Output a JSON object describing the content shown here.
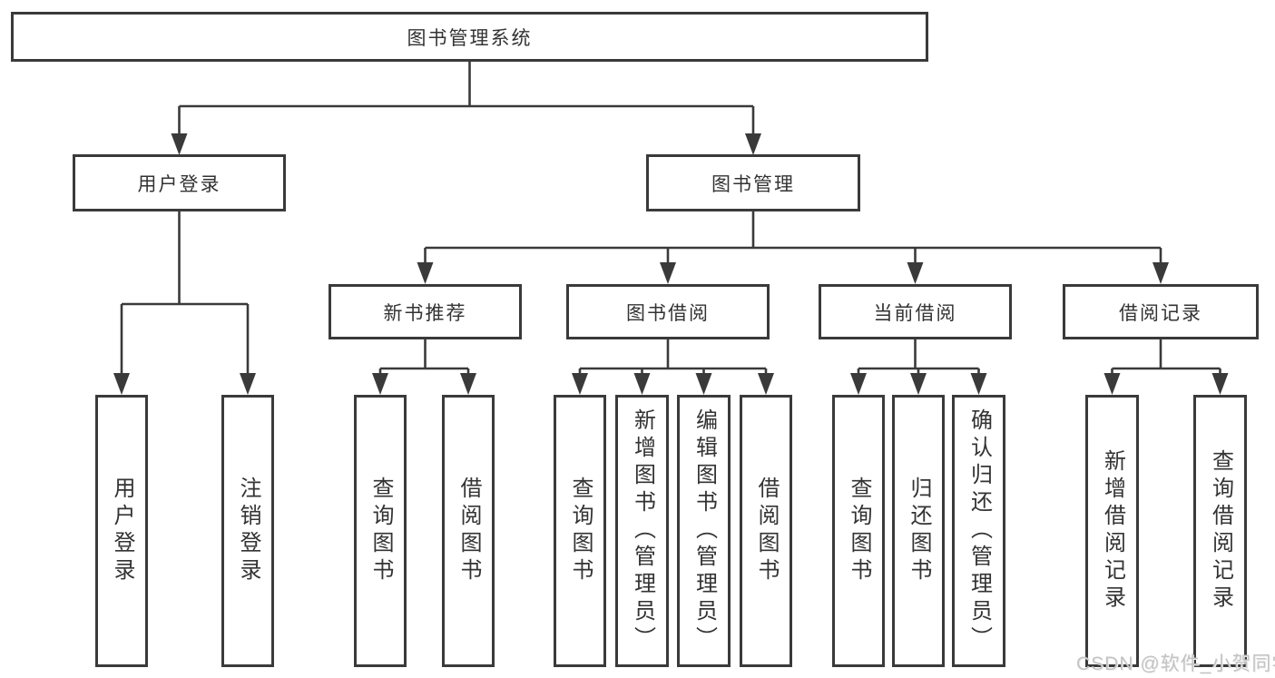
{
  "watermark": {
    "text": "CSDN @软件_小贺同学"
  },
  "colors": {
    "line": "#3a3a3a",
    "text": "#333333",
    "background": "#ffffff",
    "watermark": "#c3c3c3"
  },
  "tree": {
    "root": {
      "label": "图书管理系统",
      "children": [
        {
          "label": "用户登录",
          "children": [
            {
              "label": "用户登录"
            },
            {
              "label": "注销登录"
            }
          ]
        },
        {
          "label": "图书管理",
          "children": [
            {
              "label": "新书推荐",
              "children": [
                {
                  "label": "查询图书"
                },
                {
                  "label": "借阅图书"
                }
              ]
            },
            {
              "label": "图书借阅",
              "children": [
                {
                  "label": "查询图书"
                },
                {
                  "label": "新增图书（管理员）"
                },
                {
                  "label": "编辑图书（管理员）"
                },
                {
                  "label": "借阅图书"
                }
              ]
            },
            {
              "label": "当前借阅",
              "children": [
                {
                  "label": "查询图书"
                },
                {
                  "label": "归还图书"
                },
                {
                  "label": "确认归还（管理员）"
                }
              ]
            },
            {
              "label": "借阅记录",
              "children": [
                {
                  "label": "新增借阅记录"
                },
                {
                  "label": "查询借阅记录"
                }
              ]
            }
          ]
        }
      ]
    }
  }
}
